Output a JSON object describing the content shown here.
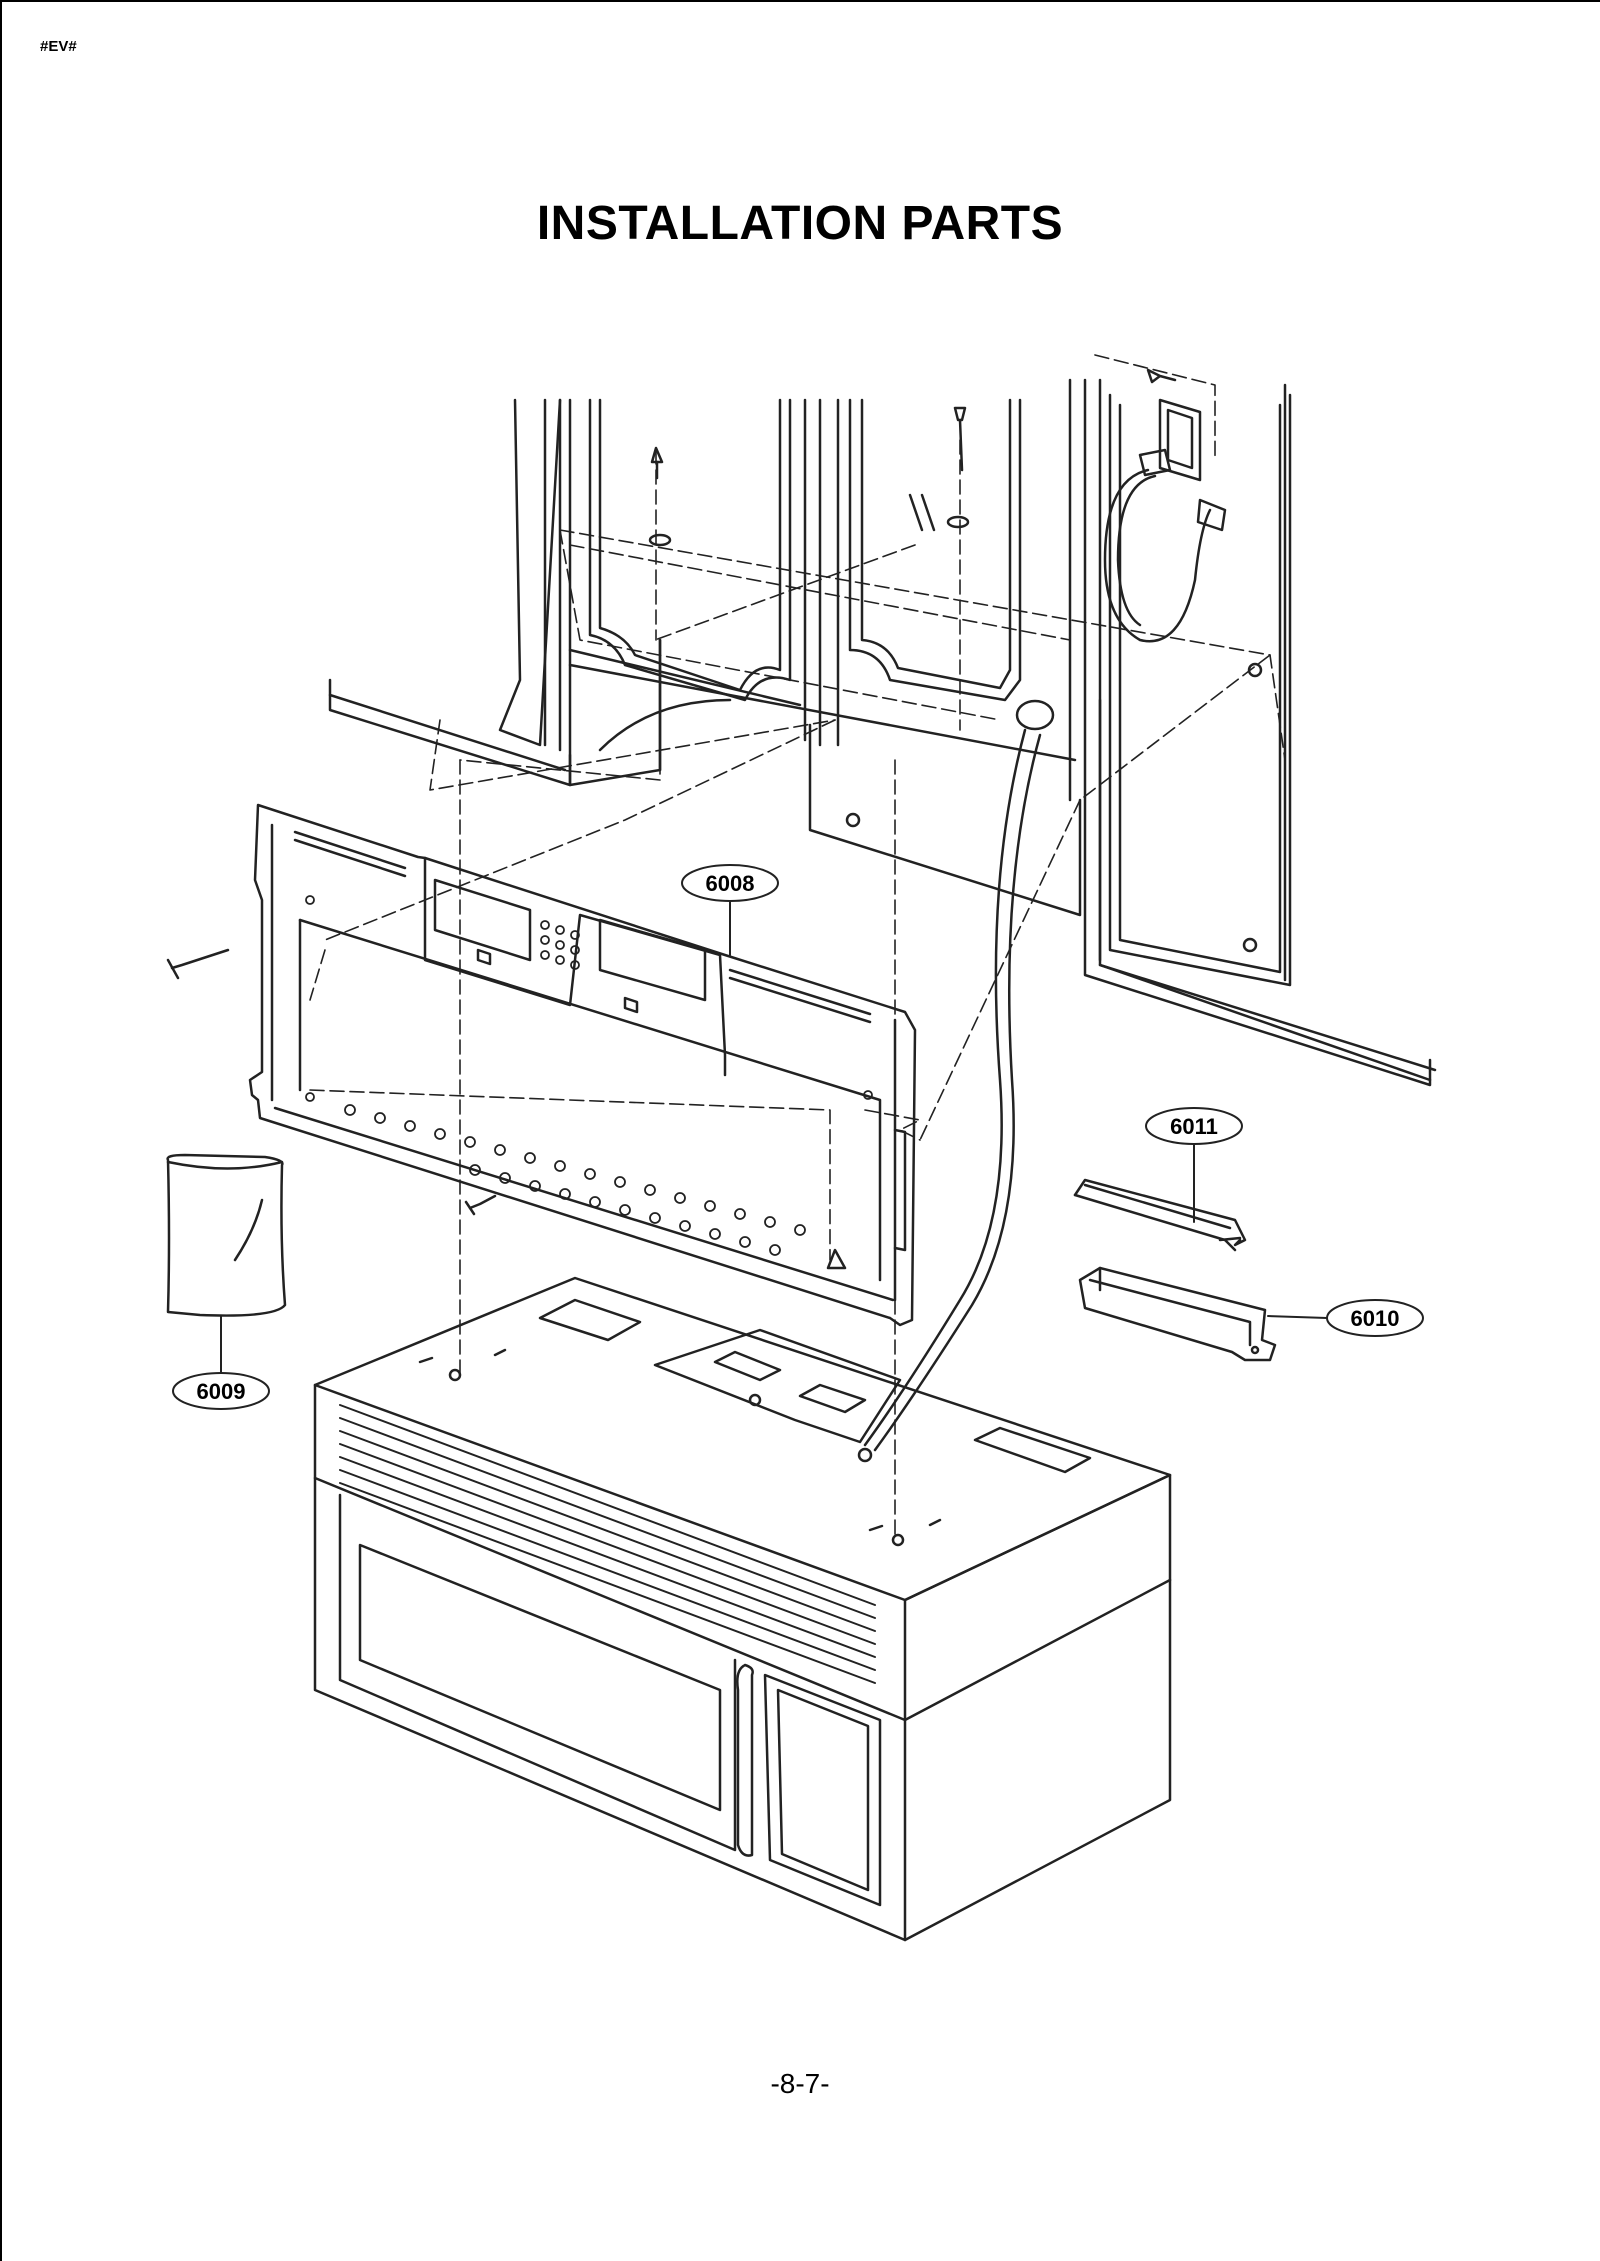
{
  "header": {
    "doc_code": "#EV#"
  },
  "title": "INSTALLATION PARTS",
  "footer": {
    "page_number": "-8-7-"
  },
  "callouts": {
    "p6008": "6008",
    "p6009": "6009",
    "p6010": "6010",
    "p6011": "6011"
  }
}
